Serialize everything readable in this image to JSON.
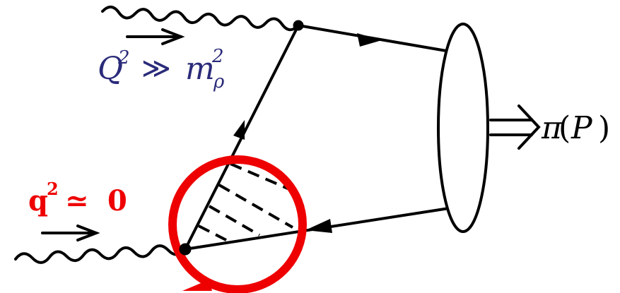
{
  "labels": {
    "virtual_photon": {
      "symbol": "Q",
      "exponent": "2",
      "relation": "≫",
      "mass_symbol": "m",
      "mass_exponent": "2",
      "mass_subscript": "ρ"
    },
    "real_photon": {
      "symbol": "q",
      "exponent": "2",
      "relation": "≃",
      "value": "0"
    },
    "pion": {
      "symbol": "π",
      "open_paren": "(",
      "momentum": "P",
      "close_paren": ")"
    }
  },
  "icons": {
    "upper_momentum_arrow": "right-arrow",
    "lower_momentum_arrow": "right-arrow",
    "pion_output_arrow": "double-right-arrow",
    "quark_arrow": "triangle-arrowhead"
  },
  "colors": {
    "lines": "#000000",
    "virtual_photon_label": "#2b2b7a",
    "highlight": "#ee0000",
    "background": "#ffffff"
  }
}
